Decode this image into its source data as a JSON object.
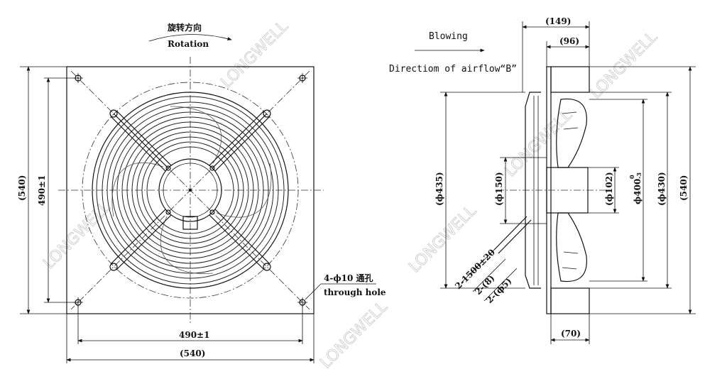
{
  "rotation": {
    "cn": "旋转方向",
    "en": "Rotation"
  },
  "airflow": {
    "blowing": "Blowing",
    "direction": "Directiom of airflow“B”"
  },
  "front": {
    "width_overall": "(540)",
    "hole_spacing_h": "490±1",
    "height_overall": "(540)",
    "hole_spacing_v": "490±1",
    "holes_line1": "4-ϕ10 通孔",
    "holes_line2": "through hole"
  },
  "side": {
    "depth_overall": "(149)",
    "depth_guard": "(96)",
    "depth_bottom": "(70)",
    "dia_435": "(ϕ435)",
    "dia_150": "(ϕ150)",
    "dia_102": "(ϕ102)",
    "dia_400": "ϕ400",
    "dia_400_tol_top": "0",
    "dia_400_tol_bot": "-3",
    "dia_430": "(ϕ430)",
    "height_overall": "(540)",
    "cable_1": "2-1500±20",
    "cable_2": "2-(8)",
    "cable_3": "2-(ϕ5)"
  },
  "watermark": "LONGWELL"
}
